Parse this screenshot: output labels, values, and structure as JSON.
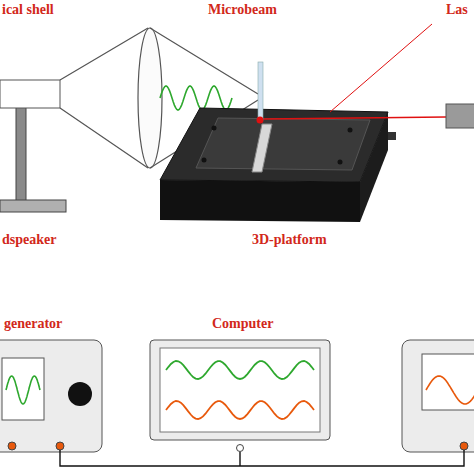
{
  "diagram": {
    "labels": [
      "ical shell",
      "Microbeam",
      "Las",
      "dspeaker",
      "3D-platform",
      "generator",
      "Computer"
    ]
  }
}
